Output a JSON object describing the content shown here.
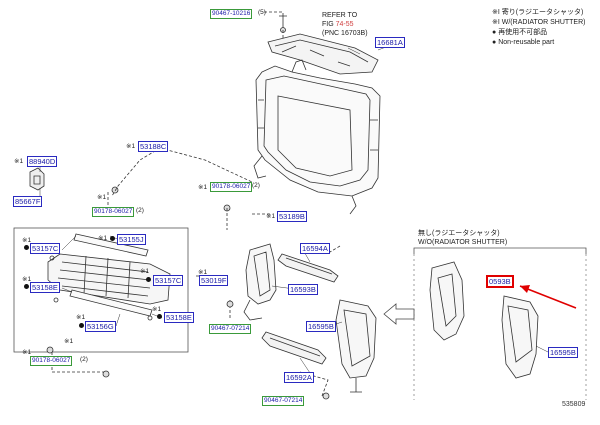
{
  "legend": {
    "line1": "※I 寄り(ラジエータシャッタ)",
    "line2": "※I W/(RADIATOR SHUTTER)",
    "line3": "再使用不可部品",
    "line4": "Non-reusable part"
  },
  "refer": {
    "line1": "REFER TO",
    "fig_prefix": "FIG ",
    "fig_link": "74-55",
    "line3": "(PNC 16703B)"
  },
  "wo_note": {
    "line1": "無し(ラジエータシャッタ)",
    "line2": "W/O(RADIATOR SHUTTER)"
  },
  "mark_text": "※1",
  "image_code": "535809",
  "parts": {
    "p90467_10216": "90467-10216",
    "q90467": "(5)",
    "p16681A": "16681A",
    "p88940D": "88940D",
    "p85667F": "85667F",
    "p90178_a": "90178-06027",
    "q90178_a": "(2)",
    "p53188C": "53188C",
    "p90178_b": "90178-06027",
    "q90178_b": "(2)",
    "p53189B": "53189B",
    "p53157C_l": "53157C",
    "p53155J": "53155J",
    "p53158E_l": "53158E",
    "p53157C_r": "53157C",
    "p53019F": "53019F",
    "p53156G": "53156G",
    "p53158E_r": "53158E",
    "p16594A": "16594A",
    "p16593B_c": "16593B",
    "p90467_07214_a": "90467-07214",
    "p16595B_c": "16595B",
    "p90178_c": "90178-06027",
    "q90178_c": "(2)",
    "p16592A": "16592A",
    "p90467_07214_b": "90467-07214",
    "p0593B": "0593B",
    "p16595B_r": "16595B"
  }
}
